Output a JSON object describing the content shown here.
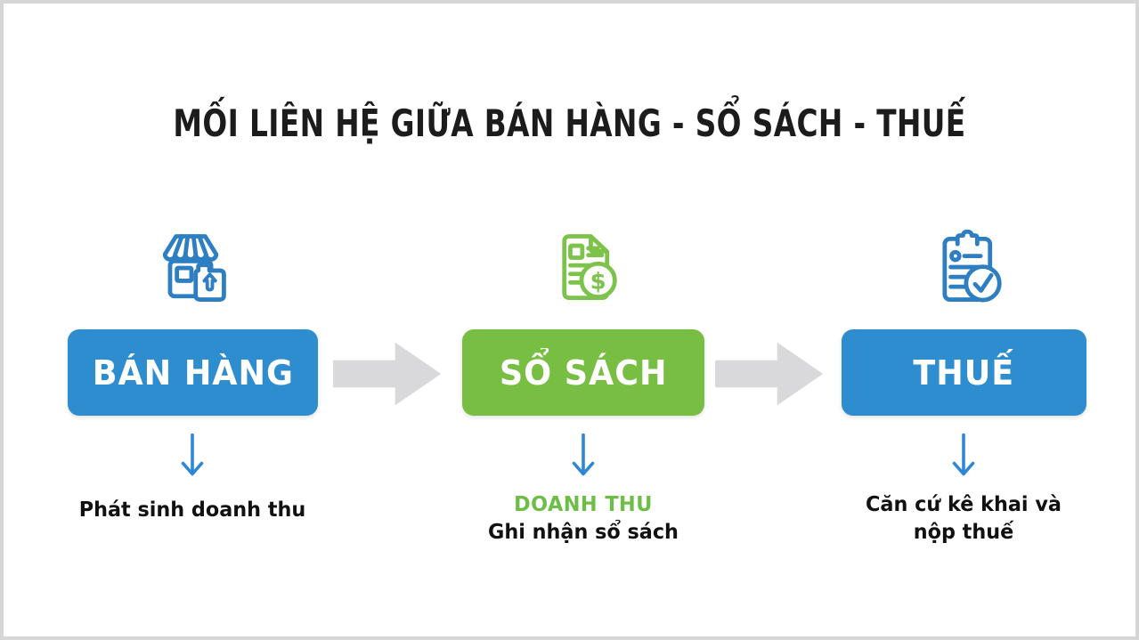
{
  "page": {
    "title": "MỐI LIÊN HỆ GIỮA BÁN HÀNG - SỔ SÁCH - THUẾ",
    "background": "#FFFFFF",
    "frame_color": "#D6D6D6"
  },
  "colors": {
    "title_color": "#1C1C1C",
    "blue": "#2D8DCE",
    "green": "#77BE43",
    "flow_arrow_gray": "#D9D9DB",
    "down_arrow_blue": "#2E86D6",
    "text_dark": "#111111",
    "box_label_color": "#FFFFFF"
  },
  "steps": [
    {
      "label": "BÁN HÀNG",
      "icon": "storefront-icon",
      "icon_color": "#2E7FC2",
      "box_color": "#2D8DCE",
      "caption_lines": [
        {
          "text": "Phát sinh doanh thu",
          "color": "#111111"
        }
      ]
    },
    {
      "label": "SỔ SÁCH",
      "icon": "invoice-dollar-icon",
      "icon_color": "#7CC24B",
      "box_color": "#77BE43",
      "currency_symbol": "$",
      "caption_lines": [
        {
          "text": "DOANH THU",
          "color": "#6DBE45"
        },
        {
          "text": "Ghi nhận sổ sách",
          "color": "#111111"
        }
      ]
    },
    {
      "label": "THUẾ",
      "icon": "clipboard-check-icon",
      "icon_color": "#2E7FC2",
      "box_color": "#2D8DCE",
      "caption_lines": [
        {
          "text": "Căn cứ kê khai và",
          "color": "#111111"
        },
        {
          "text": "nộp thuế",
          "color": "#111111"
        }
      ]
    }
  ]
}
